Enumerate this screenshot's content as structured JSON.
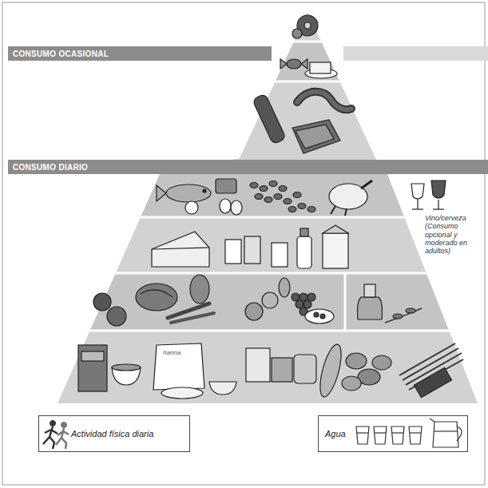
{
  "diagram": {
    "nodes": [
      {
        "text": [
          "CONSUMO OCASIONAL"
        ]
      },
      {
        "text": [
          "CONSUMO DIARIO"
        ]
      },
      {
        "text": [
          "Actividad física diaria"
        ]
      },
      {
        "text": [
          "Agua"
        ]
      }
    ],
    "labels": [
      "Vino/cerveza (Consumo opcional y moderado en adultos)",
      "harina"
    ]
  }
}
